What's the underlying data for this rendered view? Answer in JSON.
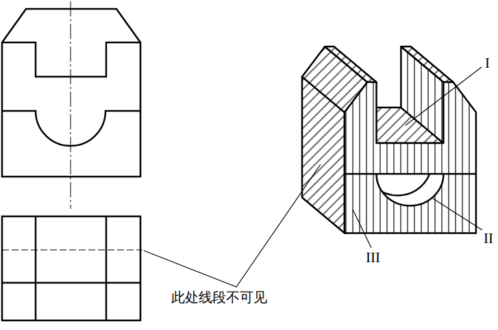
{
  "diagram": {
    "labels": [
      "I",
      "II",
      "III",
      "此处线段不可见"
    ]
  }
}
